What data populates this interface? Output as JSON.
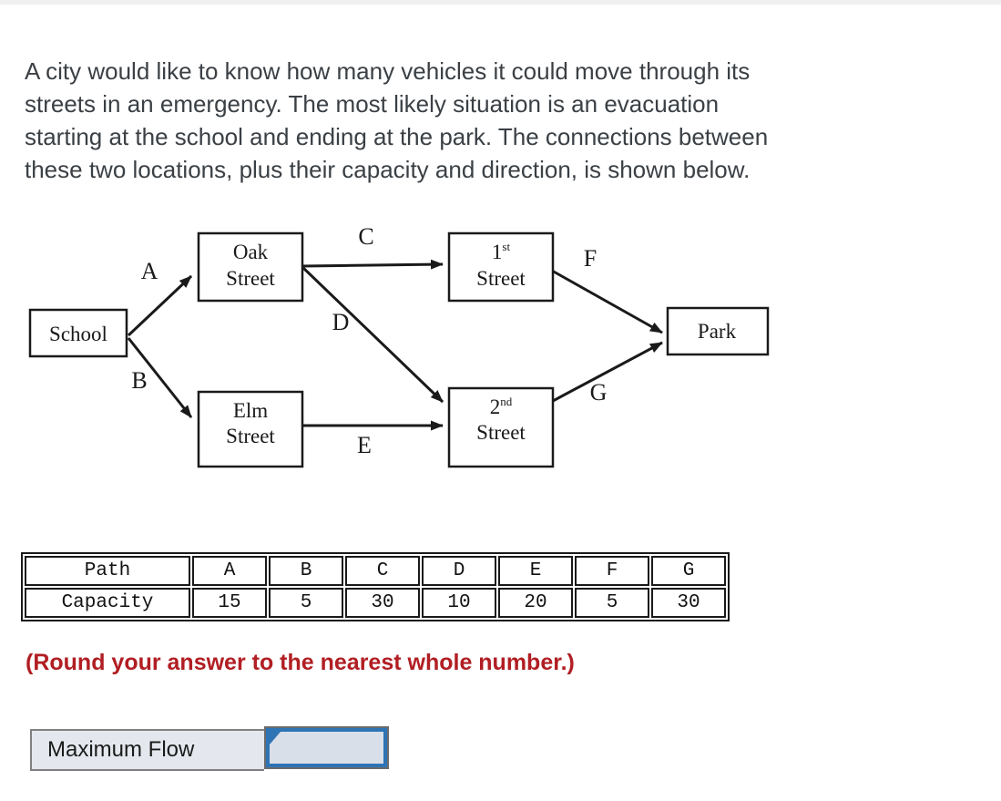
{
  "question": {
    "lines": [
      "A city would like to know how many vehicles it could move through its",
      "streets in an emergency. The most likely situation is an evacuation",
      "starting at the school and ending at the park. The connections between",
      "these two locations, plus their capacity and direction, is shown below."
    ]
  },
  "diagram": {
    "nodes": {
      "school": {
        "label": "School"
      },
      "oak": {
        "line1": "Oak",
        "line2": "Street"
      },
      "elm": {
        "line1": "Elm",
        "line2": "Street"
      },
      "first": {
        "base": "1",
        "sup": "st",
        "line2": "Street"
      },
      "second": {
        "base": "2",
        "sup": "nd",
        "line2": "Street"
      },
      "park": {
        "label": "Park"
      }
    },
    "edge_labels": {
      "a": "A",
      "b": "B",
      "c": "C",
      "d": "D",
      "e": "E",
      "f": "F",
      "g": "G"
    },
    "edges": [
      {
        "id": "A",
        "from": "School",
        "to": "Oak Street"
      },
      {
        "id": "B",
        "from": "School",
        "to": "Elm Street"
      },
      {
        "id": "C",
        "from": "Oak Street",
        "to": "1st Street"
      },
      {
        "id": "D",
        "from": "Oak Street",
        "to": "2nd Street"
      },
      {
        "id": "E",
        "from": "Elm Street",
        "to": "2nd Street"
      },
      {
        "id": "F",
        "from": "1st Street",
        "to": "Park"
      },
      {
        "id": "G",
        "from": "2nd Street",
        "to": "Park"
      }
    ]
  },
  "capacity_table": {
    "header_label": "Path",
    "row_label": "Capacity",
    "columns": [
      "A",
      "B",
      "C",
      "D",
      "E",
      "F",
      "G"
    ],
    "capacities": [
      "15",
      "5",
      "30",
      "10",
      "20",
      "5",
      "30"
    ]
  },
  "note": {
    "text": "(Round your answer to the nearest whole number.)",
    "color": "#b11e23"
  },
  "answer": {
    "label": "Maximum Flow",
    "input_value": "",
    "input_placeholder": "",
    "accent_border": "#2e74b5"
  }
}
